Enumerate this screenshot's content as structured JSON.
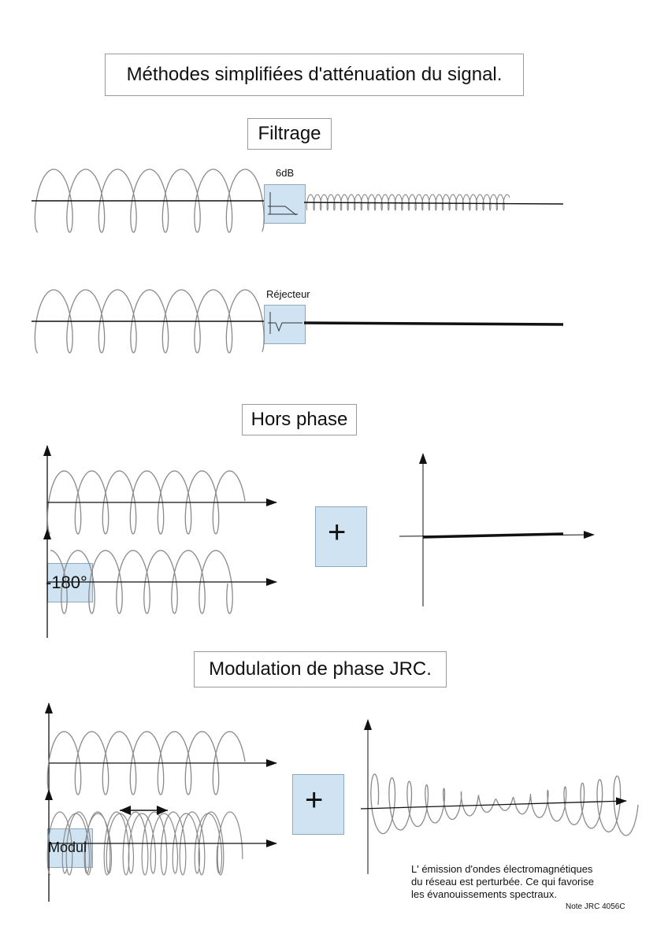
{
  "title": "Méthodes simplifiées d'atténuation du signal.",
  "sections": {
    "filtering": {
      "heading": "Filtrage",
      "lowpass_label": "6dB",
      "notch_label": "Réjecteur"
    },
    "out_of_phase": {
      "heading": "Hors phase",
      "phase_label": "-180°",
      "sum_symbol": "+"
    },
    "jrc": {
      "heading": "Modulation de phase JRC.",
      "mod_label": "Modul",
      "sum_symbol": "+",
      "note_lines": [
        "L' émission d'ondes électromagnétiques",
        "du réseau est perturbée. Ce qui favorise",
        "les évanouissements spectraux."
      ],
      "reference": "Note JRC 4056C"
    }
  },
  "colors": {
    "wave": "#8a8a8a",
    "axis": "#111111",
    "box_fill": "#cfe3f3",
    "box_border": "#8aa9c0"
  }
}
